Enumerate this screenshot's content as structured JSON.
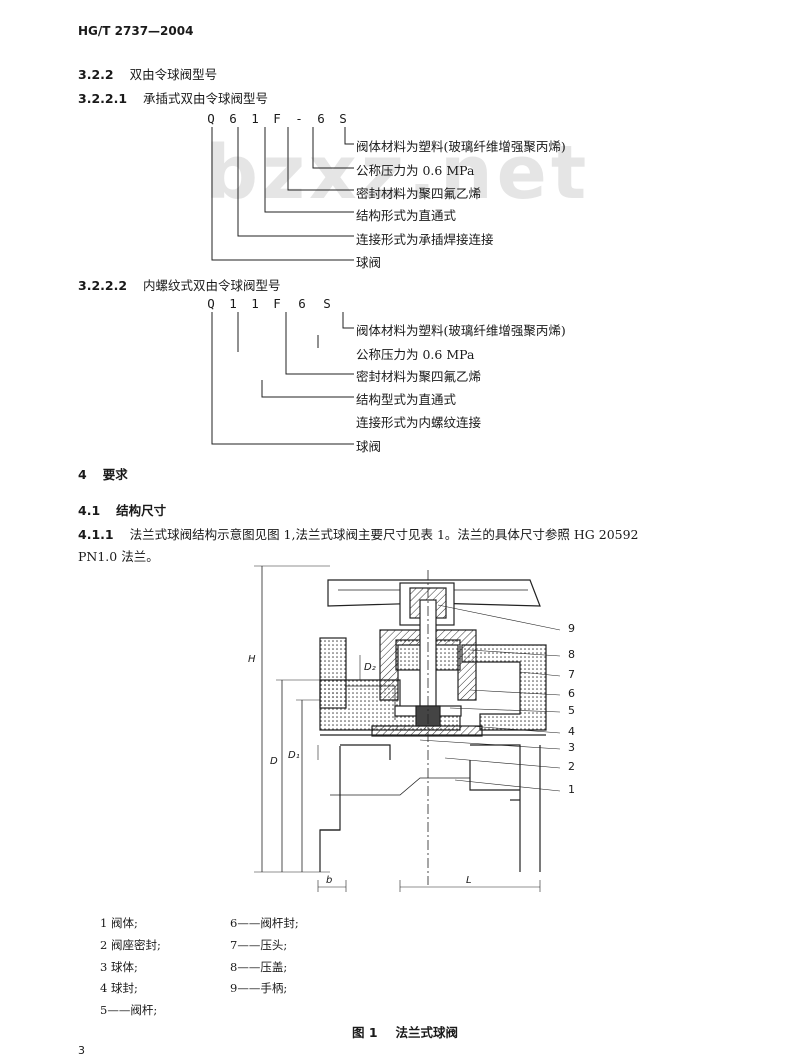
{
  "header": {
    "standard_no": "HG/T 2737—2004"
  },
  "watermark": "bzxz.net",
  "section_322": {
    "num": "3.2.2",
    "title": "双由令球阀型号"
  },
  "section_3221": {
    "num": "3.2.2.1",
    "title": "承插式双由令球阀型号",
    "code": [
      "Q",
      "6",
      "1",
      "F",
      "-",
      "6",
      "S"
    ],
    "items": [
      "阀体材料为塑料(玻璃纤维增强聚丙烯)",
      "公称压力为 0.6 MPa",
      "密封材料为聚四氟乙烯",
      "结构形式为直通式",
      "连接形式为承插焊接连接",
      "球阀"
    ]
  },
  "section_3222": {
    "num": "3.2.2.2",
    "title": "内螺纹式双由令球阀型号",
    "code": [
      "Q",
      "1",
      "1",
      "F",
      "6",
      "S"
    ],
    "items": [
      "阀体材料为塑料(玻璃纤维增强聚丙烯)",
      "公称压力为 0.6 MPa",
      "密封材料为聚四氟乙烯",
      "结构型式为直通式",
      "连接形式为内螺纹连接",
      "球阀"
    ]
  },
  "section_4": {
    "num": "4",
    "title": "要求"
  },
  "section_41": {
    "num": "4.1",
    "title": "结构尺寸"
  },
  "section_411": {
    "num": "4.1.1",
    "line1": "法兰式球阀结构示意图见图 1,法兰式球阀主要尺寸见表 1。法兰的具体尺寸参照 HG 20592",
    "line2": "PN1.0 法兰。"
  },
  "figure": {
    "part_numbers": [
      "9",
      "8",
      "7",
      "6",
      "5",
      "4",
      "3",
      "2",
      "1"
    ],
    "dim_labels": [
      "H",
      "D",
      "D₁",
      "D₂",
      "b",
      "L"
    ],
    "legend": [
      {
        "left": "1   阀体;",
        "right": "6——阀杆封;"
      },
      {
        "left": "2   阀座密封;",
        "right": "7——压头;"
      },
      {
        "left": "3   球体;",
        "right": "8——压盖;"
      },
      {
        "left": "4   球封;",
        "right": "9——手柄;"
      },
      {
        "left": "5——阀杆;",
        "right": ""
      }
    ],
    "caption_no": "图 1",
    "caption_text": "法兰式球阀"
  },
  "page_number": "3"
}
